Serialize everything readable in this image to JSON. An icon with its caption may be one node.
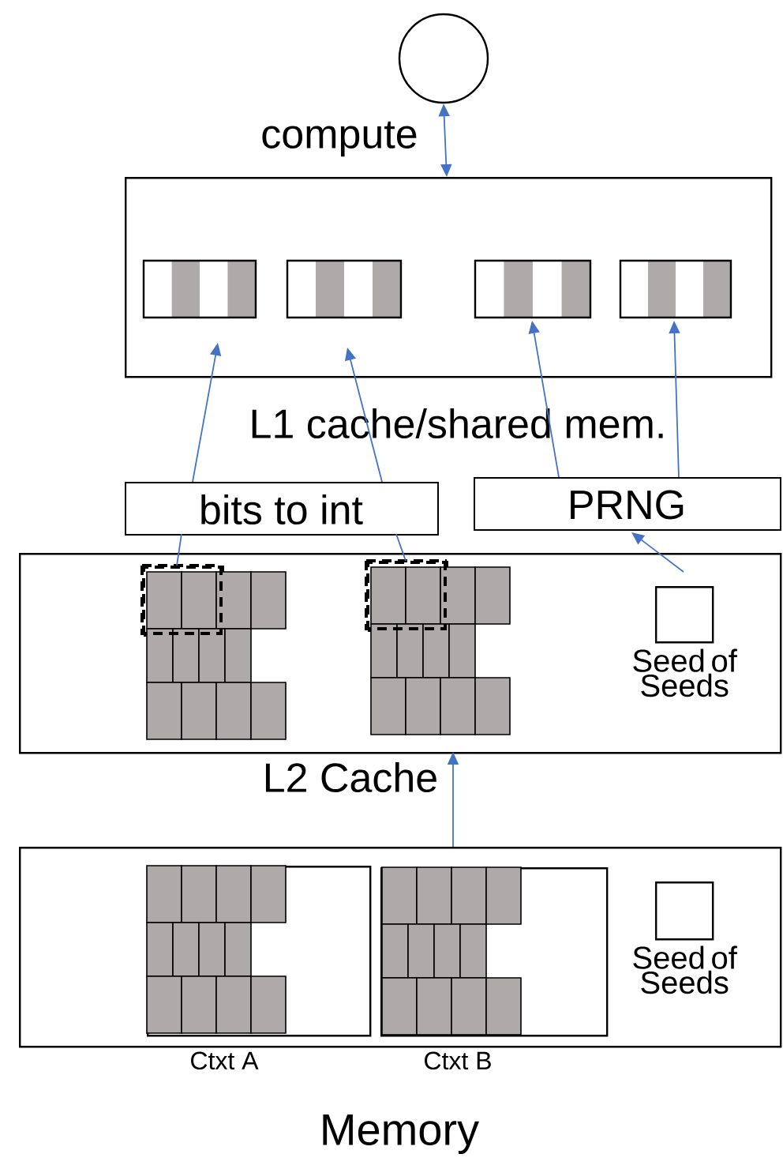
{
  "diagram": {
    "nodes": [
      {
        "text": [],
        "shape": "circle"
      },
      {
        "text": [
          "L1 cache/shared mem."
        ]
      },
      {
        "text": [],
        "shape": "box",
        "in": 1
      },
      {
        "text": [],
        "shape": "box",
        "in": 1
      },
      {
        "text": [],
        "shape": "box",
        "in": 1
      },
      {
        "text": [],
        "shape": "box",
        "in": 1
      },
      {
        "text": [
          "bits to int"
        ]
      },
      {
        "text": [
          "PRNG"
        ]
      },
      {
        "text": [
          "L2 Cache"
        ]
      },
      {
        "text": [],
        "shape": "box",
        "in": 8
      },
      {
        "text": [],
        "shape": "box",
        "in": 8
      },
      {
        "text": [],
        "shape": "box",
        "beside": [
          "Seed of Seeds"
        ],
        "in": 8
      },
      {
        "text": [
          "Memory"
        ]
      },
      {
        "text": [],
        "shape": "box",
        "beside": [
          "Ctxt A"
        ],
        "in": 12
      },
      {
        "text": [],
        "shape": "box",
        "beside": [
          "Ctxt B"
        ],
        "in": 12
      },
      {
        "text": [],
        "shape": "box",
        "beside": [
          "Seed of Seeds"
        ],
        "in": 12
      }
    ],
    "edges": [
      {
        "from": 1,
        "to": 0,
        "arrow": "both",
        "label": "compute"
      },
      {
        "from": 9,
        "to": 6,
        "arrow": "none"
      },
      {
        "from": 6,
        "to": 2,
        "arrow": "to"
      },
      {
        "from": 10,
        "to": 6,
        "arrow": "none"
      },
      {
        "from": 6,
        "to": 3,
        "arrow": "to"
      },
      {
        "from": 7,
        "to": 4,
        "arrow": "to"
      },
      {
        "from": 7,
        "to": 5,
        "arrow": "to"
      },
      {
        "from": 11,
        "to": 7,
        "arrow": "to"
      },
      {
        "from": 12,
        "to": 8,
        "arrow": "to"
      }
    ]
  }
}
